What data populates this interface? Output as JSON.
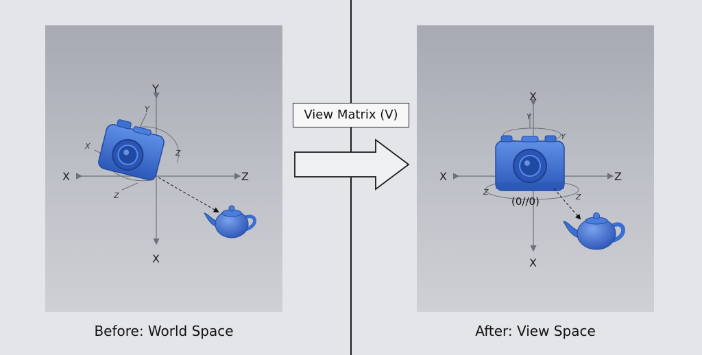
{
  "arrow_label": "View Matrix (V)",
  "before": {
    "caption": "Before: World Space",
    "axes": {
      "up": "Y",
      "down": "X",
      "left": "X",
      "right": "Z"
    },
    "camera_axes": {
      "y": "Y",
      "x": "X",
      "z1": "Z",
      "z2": "Z"
    }
  },
  "after": {
    "caption": "After: View Space",
    "axes": {
      "up": "X",
      "down": "X",
      "left": "X",
      "right": "Z"
    },
    "camera_axes": {
      "up": "Y",
      "y": "Y",
      "z_left": "Z",
      "z_right": "Z"
    },
    "origin_label": "(0//0)"
  },
  "colors": {
    "object_blue": "#3b6fd0",
    "panel_top": "#a7a9b3",
    "divider": "#1a1a1a"
  },
  "icons": [
    "camera-icon",
    "teapot-icon",
    "right-arrow-icon"
  ]
}
